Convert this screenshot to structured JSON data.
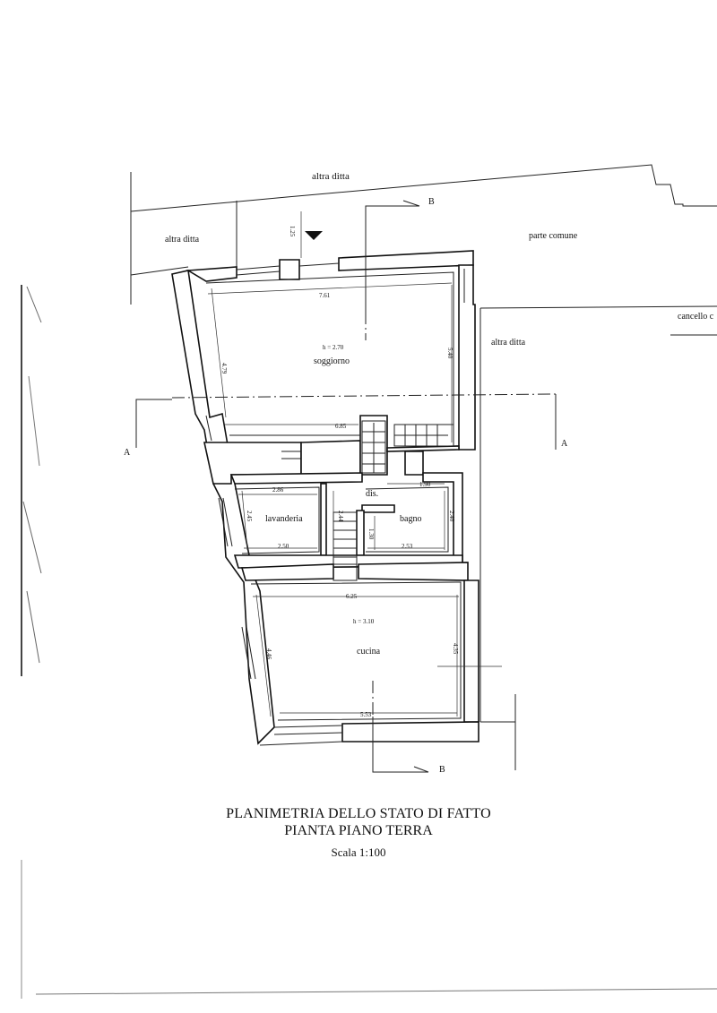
{
  "neighbors": {
    "top": "altra ditta",
    "left_top": "altra ditta",
    "right": "altra ditta",
    "common": "parte comune",
    "gate": "cancello c"
  },
  "rooms": {
    "soggiorno": {
      "name": "soggiorno",
      "height": "h = 2.70"
    },
    "lavanderia": {
      "name": "lavanderia"
    },
    "dis": {
      "name": "dis."
    },
    "bagno": {
      "name": "bagno"
    },
    "cucina": {
      "name": "cucina",
      "height": "h = 3.10"
    }
  },
  "dimensions": {
    "d_761": "7.61",
    "d_479": "4.79",
    "d_540": "5.40",
    "d_685": "6.85",
    "d_125": "1.25",
    "d_286": "2.86",
    "d_190": "1.90",
    "d_245": "2.45",
    "d_244": "2.44",
    "d_240": "2.40",
    "d_130": "1.30",
    "d_250": "2.50",
    "d_253": "2.53",
    "d_625": "6.25",
    "d_446": "4.46",
    "d_435": "4.35",
    "d_553": "5.53"
  },
  "sections": {
    "a_left": "A",
    "a_right": "A",
    "b_top": "B",
    "b_bottom": "B"
  },
  "title": {
    "line1": "PLANIMETRIA DELLO STATO DI FATTO",
    "line2": "PIANTA PIANO TERRA",
    "scale": "Scala 1:100"
  }
}
